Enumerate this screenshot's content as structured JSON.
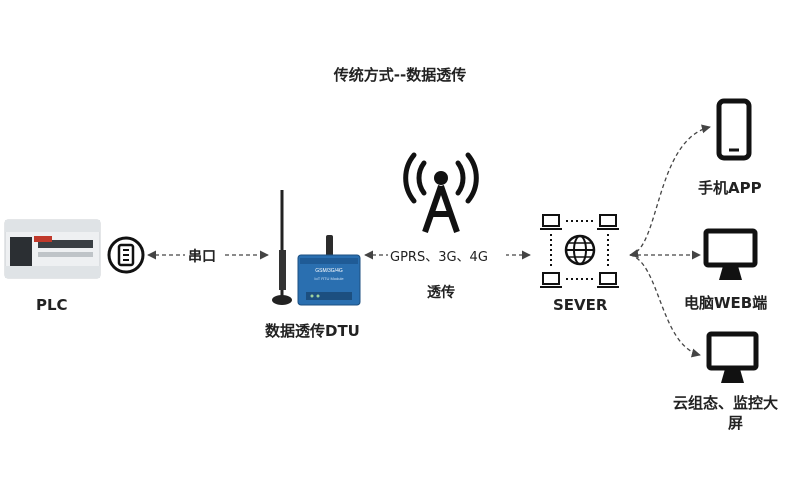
{
  "title": "传统方式--数据透传",
  "nodes": {
    "plc": "PLC",
    "dtu": "数据透传DTU",
    "server": "SEVER",
    "phone": "手机APP",
    "pc": "电脑WEB端",
    "screen_line1": "云组态、监控大",
    "screen_line2": "屏"
  },
  "links": {
    "serial": "串口",
    "network": "GPRS、3G、4G",
    "passthrough": "透传"
  },
  "device_text": {
    "dtu_model": "GSM/3G/4G",
    "dtu_sub": "IoT RTU Module"
  },
  "icons": [
    "plc-device",
    "serial-port-icon",
    "dtu-device",
    "antenna-tower-icon",
    "server-network-icon",
    "phone-icon",
    "monitor-icon",
    "large-screen-icon"
  ]
}
